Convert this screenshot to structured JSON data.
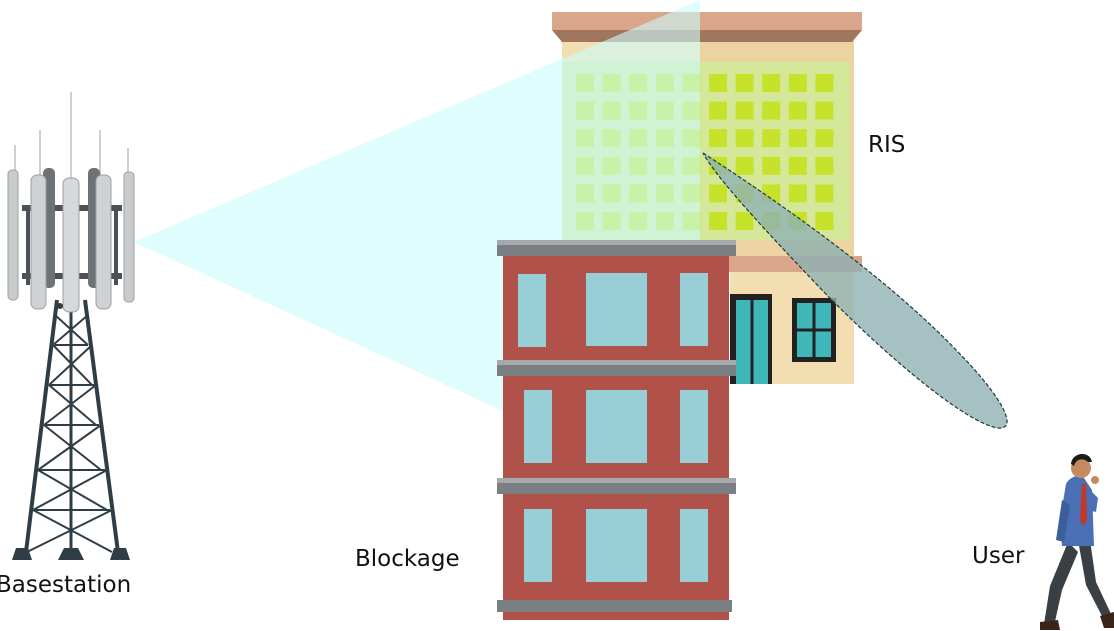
{
  "labels": {
    "basestation": "Basestation",
    "ris": "RIS",
    "blockage": "Blockage",
    "user": "User"
  },
  "colors": {
    "beam_fill": "#ccfbfb",
    "reflected_beam": "#8fb1b3",
    "ris_panel": "#c6e22a",
    "brick": "#b0524a",
    "window": "#98ced6",
    "facade": "#f2deb0",
    "roof": "#d9a68a",
    "tower": "#2f3e46"
  },
  "icons": [
    "cell-tower-icon",
    "building-icon",
    "person-walking-icon"
  ]
}
